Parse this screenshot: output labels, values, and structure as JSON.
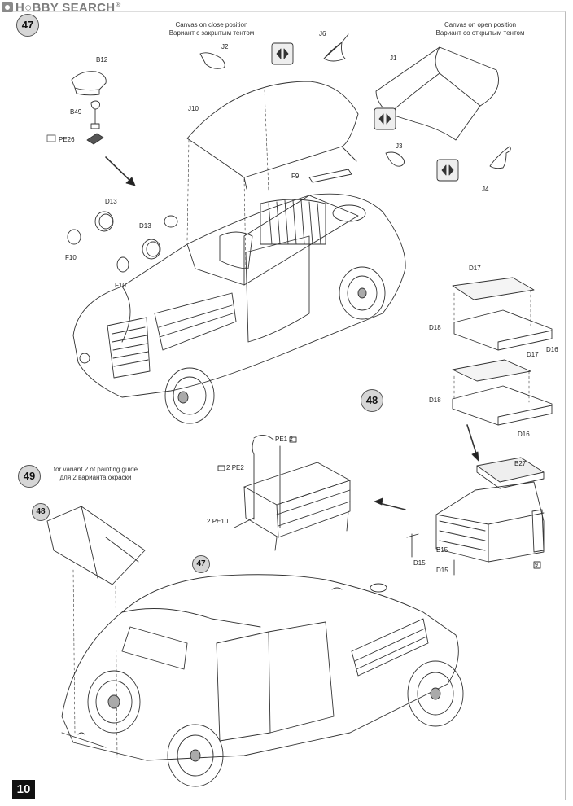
{
  "watermark": {
    "brand_a": "H",
    "brand_b": "BBY SEARCH",
    "reg": "®"
  },
  "page_number": "10",
  "steps": {
    "s47": "47",
    "s48": "48",
    "s49": "49",
    "ref48": "48",
    "ref47": "47"
  },
  "captions": {
    "closed_en": "Canvas on close position",
    "closed_ru": "Вариант с закрытым тентом",
    "open_en": "Canvas on open position",
    "open_ru": "Вариант со открытым тентом",
    "variant_en": "for variant 2 of painting guide",
    "variant_ru": "для 2 варианта окраски"
  },
  "parts": {
    "b12": "B12",
    "b49": "B49",
    "pe26": "PE26",
    "d13a": "D13",
    "d13b": "D13",
    "f10a": "F10",
    "f10b": "F10",
    "j10": "J10",
    "j2": "J2",
    "j6": "J6",
    "j1": "J1",
    "j3": "J3",
    "j4": "J4",
    "f9": "F9",
    "d17a": "D17",
    "d18a": "D18",
    "d16a": "D16",
    "d17b": "D17",
    "d18b": "D18",
    "d16b": "D16",
    "pe1": "PE1",
    "pe1n": "2",
    "pe2": "PE2",
    "pe2n": "2",
    "pe10": "PE10",
    "pe10n": "2",
    "b27": "B27",
    "b15": "B15",
    "d15a": "D15",
    "d15b": "D15",
    "nine": "9"
  }
}
